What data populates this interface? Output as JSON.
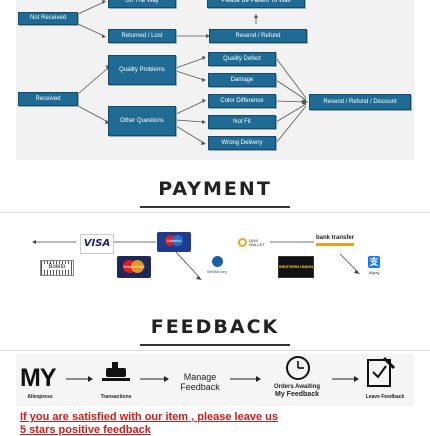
{
  "flowchart": {
    "not_received": "Not Received",
    "on_the_way": "On The Way",
    "be_patient": "Please Be Patient To Wait",
    "returned_lost": "Returned / Lost",
    "resend_refund": "Resend / Refund",
    "received": "Received",
    "quality_problems": "Quality Problems",
    "other_questions": "Other Questions",
    "quality_defect": "Quality Defect",
    "damage": "Damage",
    "color_difference": "Color Difference",
    "not_fit": "Not Fit",
    "wrong_delivery": "Wrong Delivery",
    "resend_refund_discount": "Resend / Refund / Discount"
  },
  "payment": {
    "heading": "PAYMENT",
    "logos": {
      "visa": "VISA",
      "maestro": "Maestro",
      "qiwi": "QIWI WALLET",
      "bank_transfer": "bank transfer",
      "boleto": "Boleto",
      "mastercard": "MasterCard",
      "webmoney": "WebMoney",
      "western_union": "WESTERN UNION",
      "alipay": "Alipay"
    }
  },
  "feedback": {
    "heading": "FEEDBACK",
    "my": "MY",
    "aliexpress": "Aliexpress",
    "transactions": "Transactions",
    "manage_feedback": "Manage Feedback",
    "orders_awaiting": "Orders Awaiting",
    "my_feedback": "My Feedback",
    "leave_feedback": "Leave Feedback",
    "satisfied_line1": "If you are satisfied with our item , please leave us",
    "satisfied_line2": "5 stars positive feedback"
  },
  "colors": {
    "box_blue": "#1f6b94",
    "red_text": "#d21a1a",
    "heading_dark": "#222222"
  }
}
